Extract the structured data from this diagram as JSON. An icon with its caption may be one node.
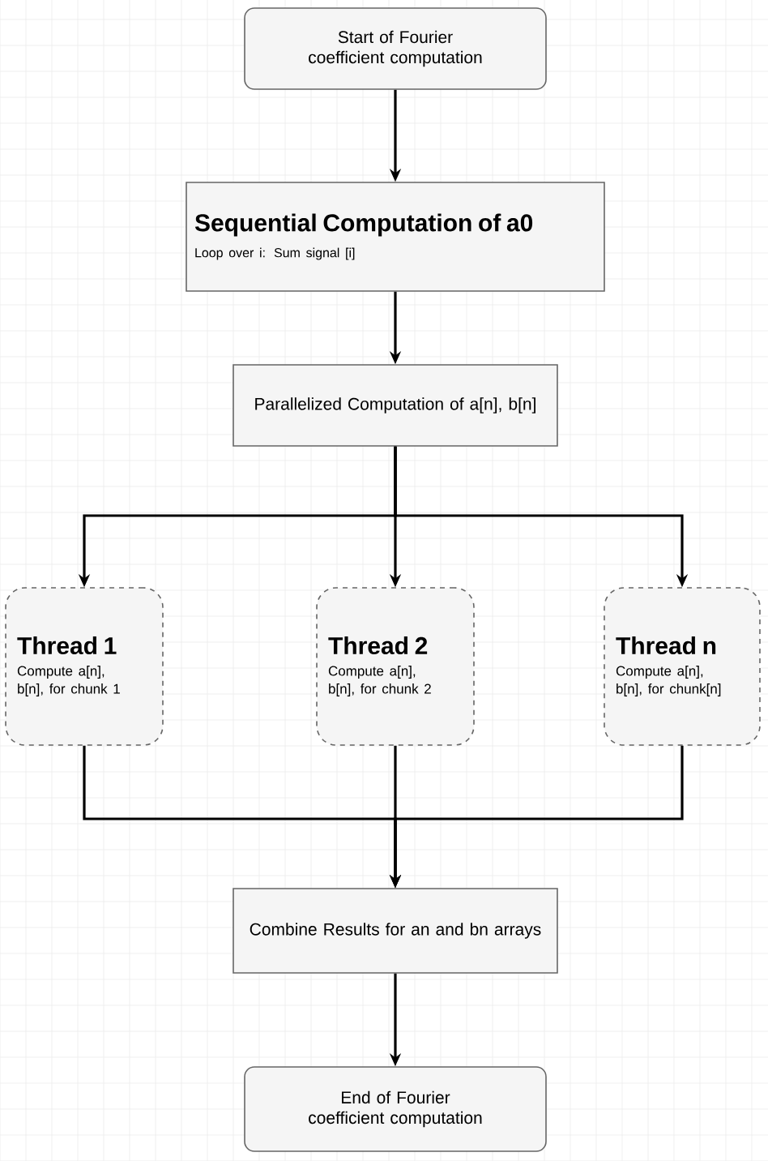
{
  "diagram": {
    "nodes": [
      {
        "text": [
          "Start of Fourier coefficient computation"
        ]
      },
      {
        "text": [
          "Sequential Computation of a0",
          "Loop over i: Sum signal [i]"
        ]
      },
      {
        "text": [
          "Parallelized Computation of a[n], b[n]"
        ]
      },
      {
        "text": [
          "Thread 1",
          "Compute a[n], b[n], for chunk 1"
        ]
      },
      {
        "text": [
          "Thread 2",
          "Compute a[n], b[n], for chunk 2"
        ]
      },
      {
        "text": [
          "Thread n",
          "Compute a[n], b[n], for chunk[n]"
        ]
      },
      {
        "text": [
          "Combine Results for an and bn arrays"
        ]
      },
      {
        "text": [
          "End of Fourier coefficient computation"
        ]
      }
    ],
    "edges": [
      {
        "from": 0,
        "to": 1,
        "arrow": "to"
      },
      {
        "from": 1,
        "to": 2,
        "arrow": "to"
      },
      {
        "from": 2,
        "to": 3,
        "arrow": "to"
      },
      {
        "from": 2,
        "to": 4,
        "arrow": "to"
      },
      {
        "from": 2,
        "to": 5,
        "arrow": "to"
      },
      {
        "from": 3,
        "to": 6,
        "arrow": "to"
      },
      {
        "from": 4,
        "to": 6,
        "arrow": "to"
      },
      {
        "from": 5,
        "to": 6,
        "arrow": "to"
      },
      {
        "from": 6,
        "to": 7,
        "arrow": "to"
      }
    ]
  }
}
